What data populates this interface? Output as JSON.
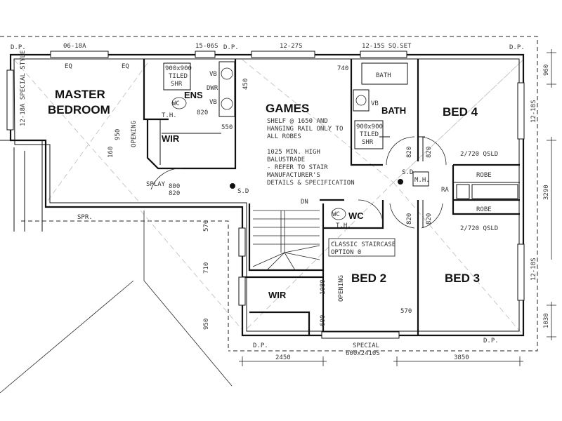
{
  "rooms": {
    "master_line1": "MASTER",
    "master_line2": "BEDROOM",
    "ens": "ENS",
    "wir_master": "WIR",
    "games": "GAMES",
    "bath": "BATH",
    "bed4": "BED 4",
    "wc": "WC",
    "bed2": "BED 2",
    "bed3": "BED 3",
    "wir_lower": "WIR"
  },
  "notes": {
    "games_shelf": [
      "SHELF @ 1650 AND",
      "HANGING RAIL ONLY TO",
      "ALL ROBES"
    ],
    "balustrade": [
      "1025 MIN. HIGH",
      "BALUSTRADE",
      "- REFER TO STAIR",
      "MANUFACTURER'S",
      "DETAILS & SPECIFICATION"
    ],
    "staircase": [
      "CLASSIC STAIRCASE",
      "OPTION 0"
    ],
    "tiled_shr_1": [
      "900x900",
      "TILED",
      "SHR"
    ],
    "tiled_shr_2": [
      "900x900",
      "TILED",
      "SHR"
    ],
    "bath_tub": "BATH",
    "vb": "VB",
    "dwr": "DWR",
    "th": "T.H.",
    "wc_fixture": "WC",
    "sd": "S.D",
    "mh": "M.H.",
    "ra": "RA",
    "robe": "ROBE",
    "qsld": "2/720 QSLD",
    "dp": "D.P.",
    "dn": "DN",
    "spr": "SPR.",
    "opening": "OPENING",
    "splay": "SPLAY",
    "eq": "EQ"
  },
  "windows": {
    "w1": "06-18A",
    "w2": "15-06S",
    "w3": "12-27S",
    "w4": "12-15S SQ.SET",
    "w5": "12-18S",
    "w6": "12-18S",
    "w7": "12-18A SPECIAL STYLE",
    "special_bottom": [
      "SPECIAL",
      "600x2410S"
    ]
  },
  "dimensions": {
    "d960": "960",
    "d3290": "3290",
    "d1030": "1030",
    "d2450": "2450",
    "d3850": "3850",
    "d450": "450",
    "d820": "820",
    "d950": "950",
    "d160": "160",
    "d710": "710",
    "d570": "570",
    "d1080": "1080",
    "d600": "600",
    "d740": "740",
    "d550": "550",
    "d800": "800"
  }
}
